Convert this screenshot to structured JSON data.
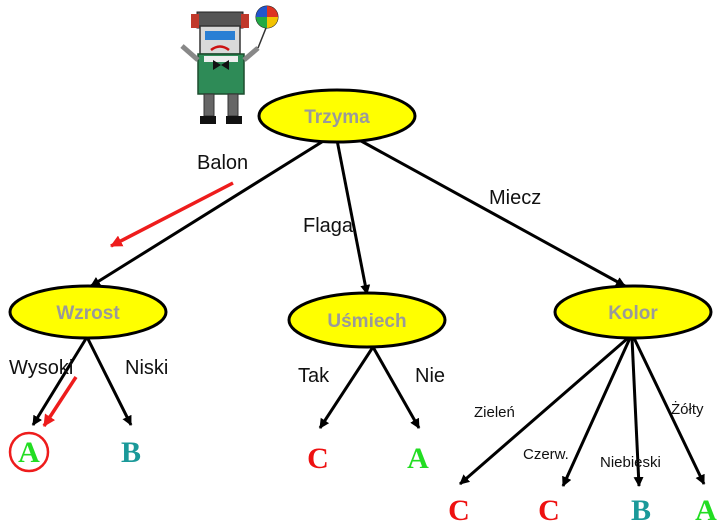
{
  "colors": {
    "node_fill": "#ffff00",
    "node_text": "#9a9a9a",
    "edge": "#000000",
    "highlight": "#ee1c1c",
    "leaf_red": "#ee1111",
    "leaf_teal": "#1a9999",
    "leaf_green": "#22dd22"
  },
  "nodes": {
    "root": "Trzyma",
    "wzrost": "Wzrost",
    "usmiech": "Uśmiech",
    "kolor": "Kolor"
  },
  "edges": {
    "balon": "Balon",
    "flaga": "Flaga",
    "miecz": "Miecz",
    "wysoki": "Wysoki",
    "niski": "Niski",
    "tak": "Tak",
    "nie": "Nie",
    "zielen": "Zieleń",
    "czerw": "Czerw.",
    "niebieski": "Niebieski",
    "zolty": "Żółty"
  },
  "leaves": {
    "wysoki_leaf": "A",
    "niski_leaf": "B",
    "tak_leaf": "C",
    "nie_leaf": "A",
    "zielen_leaf": "C",
    "czerw_leaf": "C",
    "niebieski_leaf": "B",
    "zolty_leaf": "A"
  },
  "icons": {
    "robot": "robot-holding-balloon-icon"
  }
}
